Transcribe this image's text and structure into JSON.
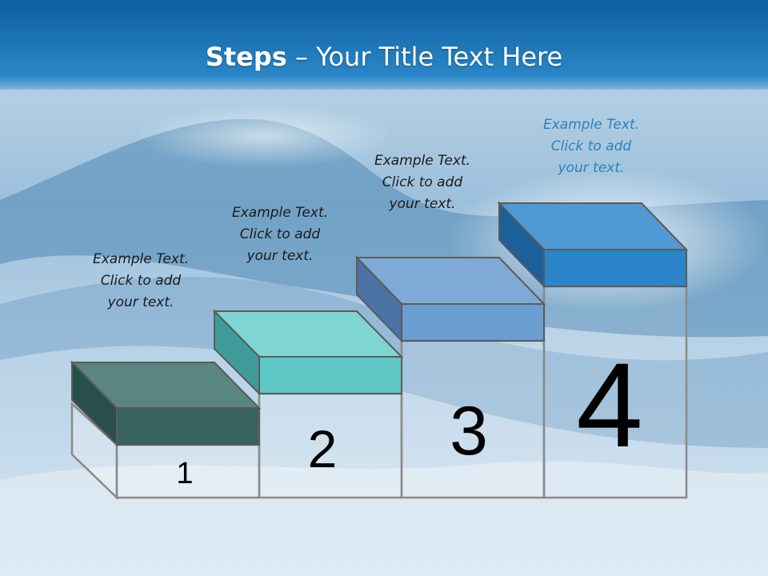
{
  "title": {
    "bold": "Steps",
    "rest": " – Your Title Text Here"
  },
  "steps": [
    {
      "number": "1",
      "caption": [
        "Example Text.",
        "Click  to add",
        "your text."
      ],
      "color": "#2e5f5a"
    },
    {
      "number": "2",
      "caption": [
        "Example Text.",
        "Click  to add",
        "your text."
      ],
      "color": "#5ec8c6"
    },
    {
      "number": "3",
      "caption": [
        "Example Text.",
        "Click  to add",
        "your text."
      ],
      "color": "#6a9dd0"
    },
    {
      "number": "4",
      "caption": [
        "Example Text.",
        "Click  to add",
        "your text."
      ],
      "color": "#2a86c8"
    }
  ],
  "colors": {
    "header": "#1a6fb0",
    "background": "#cfe2ef",
    "caption_top": "#2f7fb8"
  }
}
